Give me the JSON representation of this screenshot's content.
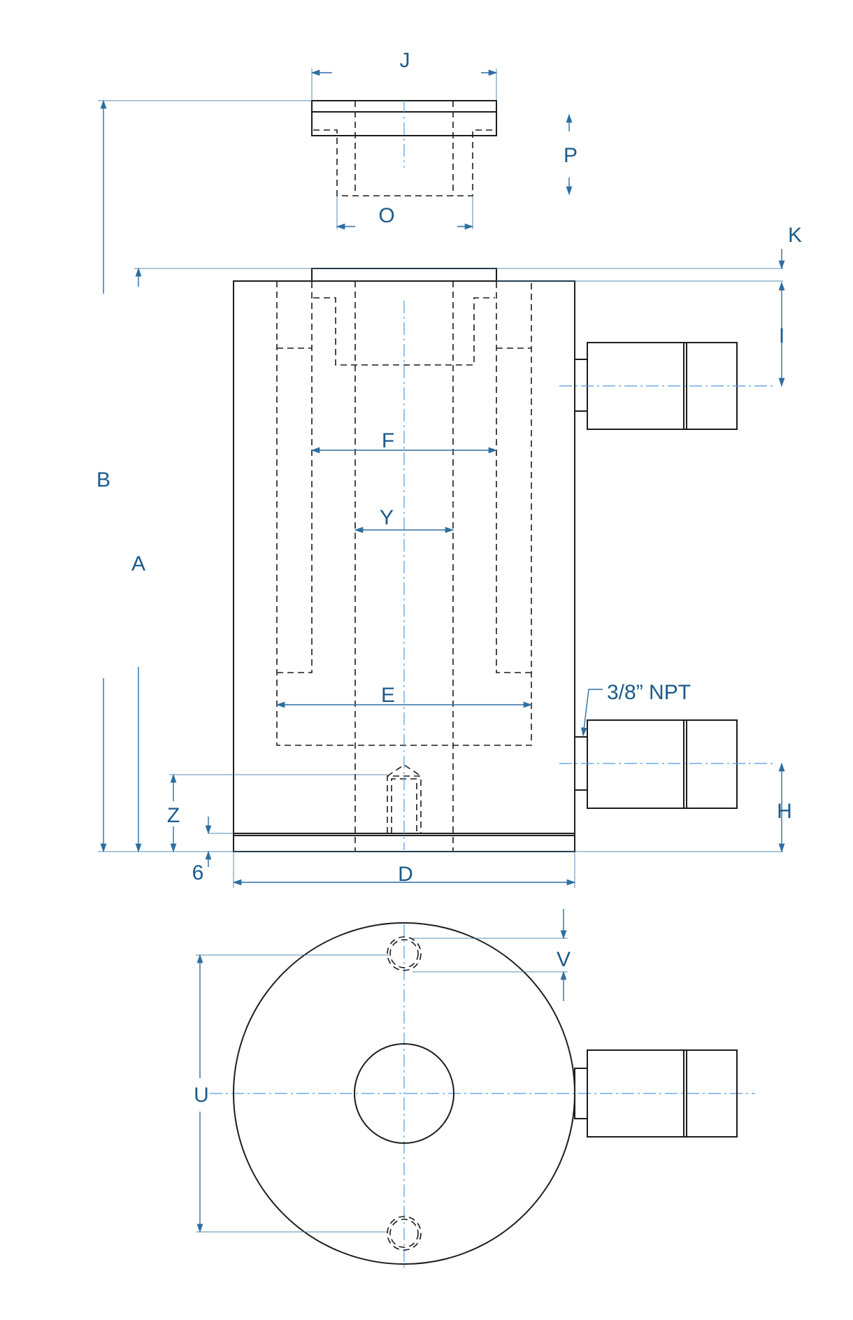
{
  "labels": {
    "J": "J",
    "P": "P",
    "O": "O",
    "K": "K",
    "I": "I",
    "F": "F",
    "Y": "Y",
    "B": "B",
    "A": "A",
    "E": "E",
    "npt": "3/8” NPT",
    "Z": "Z",
    "six": "6",
    "H": "H",
    "D": "D",
    "V": "V",
    "U": "U"
  },
  "colors": {
    "dimension": "#1a5a8c",
    "outline": "#1c1c1c",
    "centerline": "#4d9be0"
  }
}
